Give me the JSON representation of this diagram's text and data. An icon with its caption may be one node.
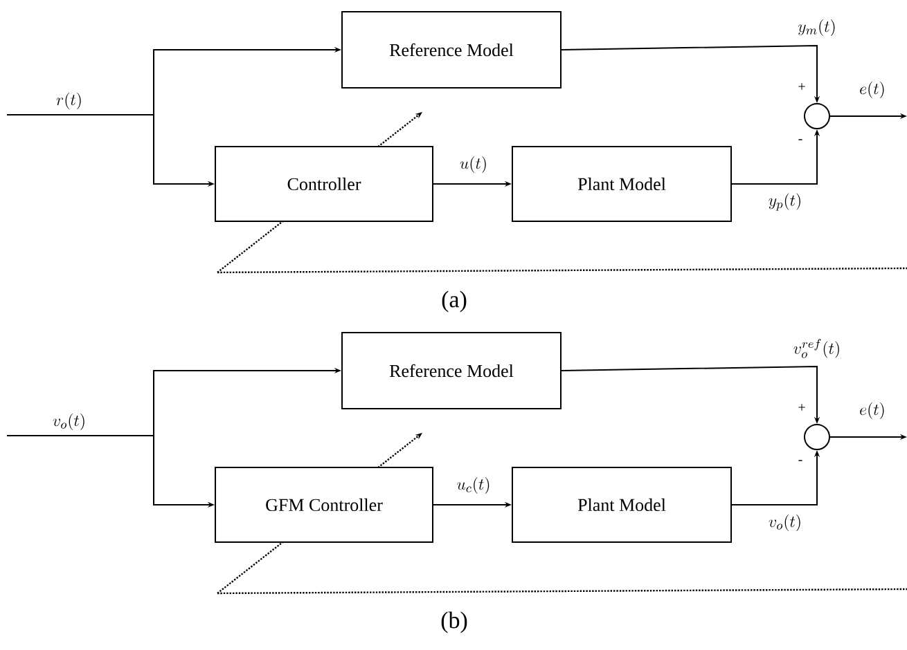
{
  "diagram": {
    "nodes": [
      {
        "text": [
          "Reference Model"
        ]
      },
      {
        "text": [
          "Controller"
        ]
      },
      {
        "text": [
          "Plant Model"
        ]
      },
      {
        "text": [],
        "shape": "circle"
      },
      {
        "text": [
          "Reference Model"
        ]
      },
      {
        "text": [
          "GFM Controller"
        ]
      },
      {
        "text": [
          "Plant Model"
        ]
      },
      {
        "text": [],
        "shape": "circle"
      }
    ],
    "edges": [
      {
        "from": null,
        "to": 0,
        "arrow": "to",
        "label": "r(t)"
      },
      {
        "from": null,
        "to": 1,
        "arrow": "to"
      },
      {
        "from": 1,
        "to": 2,
        "arrow": "to",
        "label": "u(t)"
      },
      {
        "from": 0,
        "to": 3,
        "arrow": "to",
        "label": "y_m(t)"
      },
      {
        "from": 2,
        "to": 3,
        "arrow": "to",
        "label": "y_p(t)"
      },
      {
        "from": 3,
        "to": null,
        "arrow": "to",
        "label": "e(t)"
      },
      {
        "from": null,
        "to": 4,
        "arrow": "to",
        "label": "v_o(t)"
      },
      {
        "from": null,
        "to": 5,
        "arrow": "to"
      },
      {
        "from": 5,
        "to": 6,
        "arrow": "to",
        "label": "u_c(t)"
      },
      {
        "from": 4,
        "to": 7,
        "arrow": "to",
        "label": "v_o^{ref}(t)"
      },
      {
        "from": 6,
        "to": 7,
        "arrow": "to",
        "label": "v_o(t)"
      },
      {
        "from": 7,
        "to": null,
        "arrow": "to",
        "label": "e(t)"
      }
    ],
    "labels": [
      "+",
      "-",
      "(a)",
      "+",
      "-",
      "(b)"
    ]
  }
}
